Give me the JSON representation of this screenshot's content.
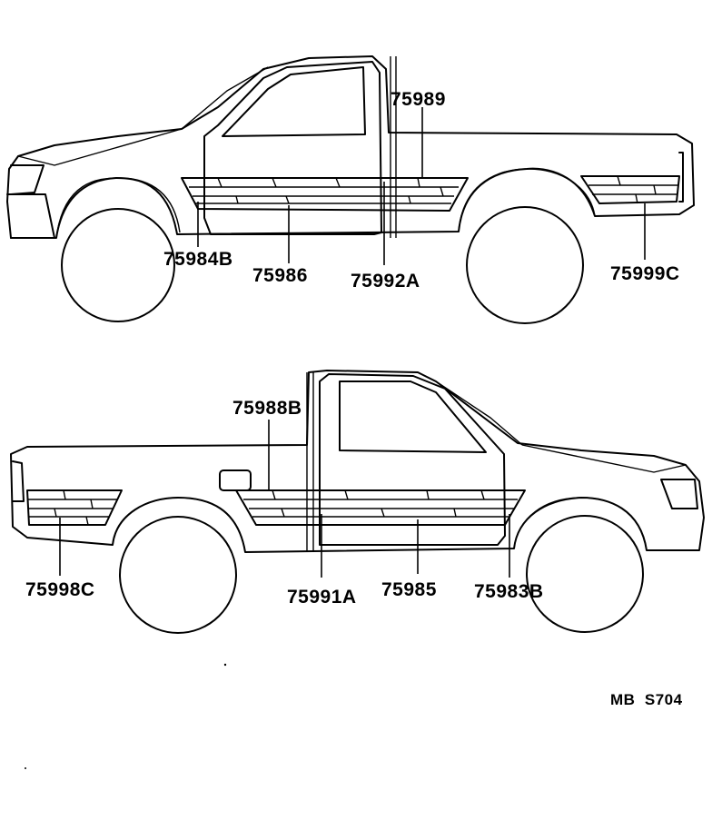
{
  "truck_right_view": {
    "labels": {
      "p75989": "75989",
      "p75984B": "75984B",
      "p75986": "75986",
      "p75992A": "75992A",
      "p75999C": "75999C"
    }
  },
  "truck_left_view": {
    "labels": {
      "p75988B": "75988B",
      "p75998C": "75998C",
      "p75991A": "75991A",
      "p75985": "75985",
      "p75983B": "75983B"
    }
  },
  "figure_code": "MB  S704"
}
